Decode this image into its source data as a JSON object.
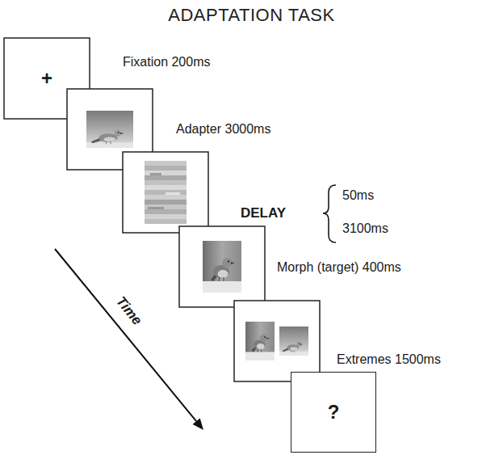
{
  "diagram": {
    "title": "ADAPTATION TASK",
    "nodes": [
      {
        "text": [
          "+"
        ]
      },
      {
        "text": [
          "?"
        ]
      }
    ],
    "labels": [
      "Fixation 200ms",
      "Adapter 3000ms",
      "DELAY",
      "50ms",
      "3100ms",
      "Morph (target) 400ms",
      "Extremes 1500ms",
      "Time"
    ]
  }
}
